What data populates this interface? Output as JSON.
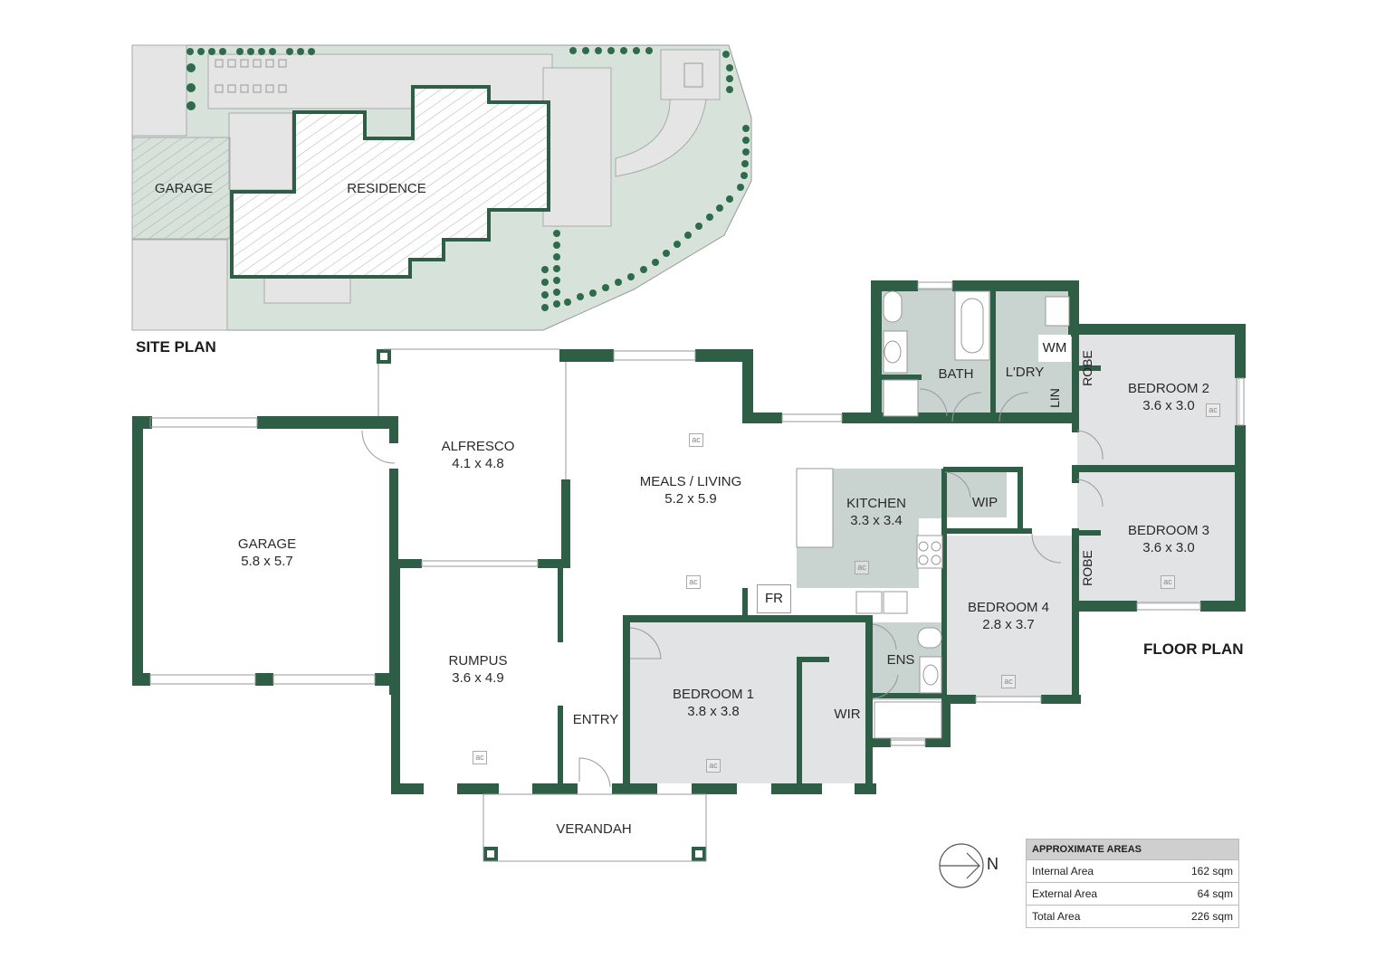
{
  "site_plan": {
    "title": "SITE PLAN",
    "labels": {
      "garage": "GARAGE",
      "residence": "RESIDENCE"
    }
  },
  "floor_plan": {
    "title": "FLOOR PLAN",
    "rooms": {
      "garage": {
        "name": "GARAGE",
        "size": "5.8 x 5.7"
      },
      "alfresco": {
        "name": "ALFRESCO",
        "size": "4.1 x 4.8"
      },
      "meals_living": {
        "name": "MEALS / LIVING",
        "size": "5.2 x 5.9"
      },
      "kitchen": {
        "name": "KITCHEN",
        "size": "3.3 x 3.4"
      },
      "rumpus": {
        "name": "RUMPUS",
        "size": "3.6 x 4.9"
      },
      "bedroom1": {
        "name": "BEDROOM 1",
        "size": "3.8 x 3.8"
      },
      "bedroom2": {
        "name": "BEDROOM 2",
        "size": "3.6 x 3.0"
      },
      "bedroom3": {
        "name": "BEDROOM 3",
        "size": "3.6 x 3.0"
      },
      "bedroom4": {
        "name": "BEDROOM 4",
        "size": "2.8 x 3.7"
      }
    },
    "small_labels": {
      "bath": "BATH",
      "laundry": "L'DRY",
      "wm": "WM",
      "lin": "LIN",
      "robe": "ROBE",
      "wip": "WIP",
      "fr": "FR",
      "ens": "ENS",
      "wir": "WIR",
      "entry": "ENTRY",
      "verandah": "VERANDAH",
      "ac": "ac"
    },
    "compass": {
      "label": "N"
    }
  },
  "areas": {
    "header": "APPROXIMATE AREAS",
    "rows": [
      {
        "label": "Internal Area",
        "value": "162 sqm"
      },
      {
        "label": "External Area",
        "value": "64 sqm"
      },
      {
        "label": "Total Area",
        "value": "226 sqm"
      }
    ]
  },
  "colors": {
    "wall": "#2e5e46",
    "wet_area": "#c9d3cf",
    "bedroom": "#e2e3e4",
    "site_grass": "#d6e2d9",
    "site_paving": "#e4e4e4"
  }
}
